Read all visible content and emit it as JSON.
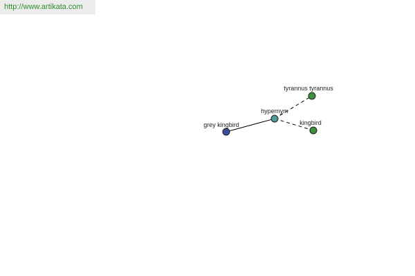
{
  "source": {
    "url": "http://www.artikata.com"
  },
  "graph": {
    "nodes": [
      {
        "id": "grey-kingbird",
        "label": "grey kingbird",
        "color": "#3a4f99"
      },
      {
        "id": "hypernym",
        "label": "hypernym",
        "color": "#4e9a9a"
      },
      {
        "id": "tyrannus-tyrannus",
        "label": "tyrannus tyrannus",
        "color": "#3f8f3f"
      },
      {
        "id": "kingbird",
        "label": "kingbird",
        "color": "#3f8f3f"
      }
    ],
    "edges": [
      {
        "from": "grey-kingbird",
        "to": "hypernym",
        "style": "solid"
      },
      {
        "from": "hypernym",
        "to": "tyrannus-tyrannus",
        "style": "dashed"
      },
      {
        "from": "hypernym",
        "to": "kingbird",
        "style": "dashed"
      }
    ]
  }
}
